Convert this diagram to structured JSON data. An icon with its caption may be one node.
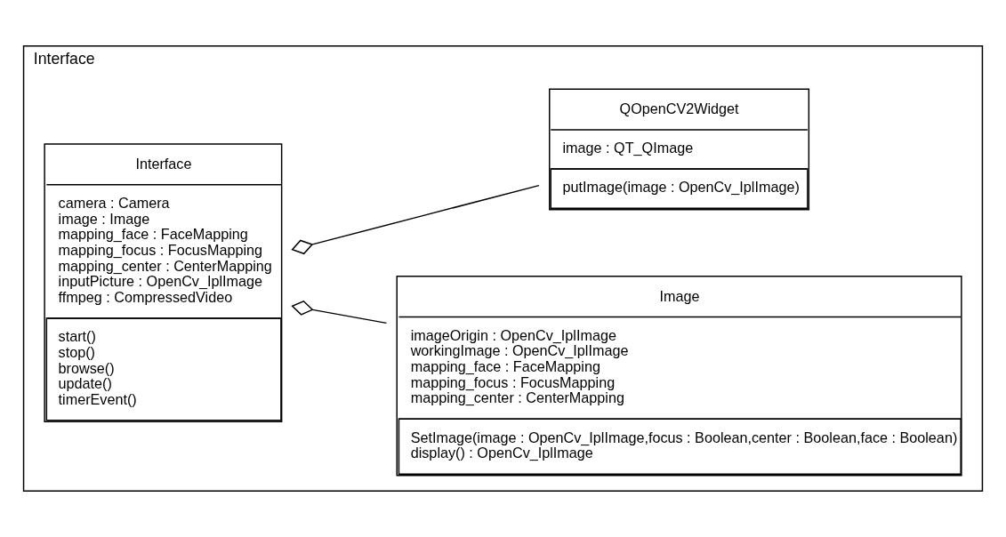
{
  "diagram": {
    "nodes": [
      {
        "text": [
          "Interface"
        ]
      },
      {
        "text": [
          "Interface",
          "camera : Camera",
          "image : Image",
          "mapping_face : FaceMapping",
          "mapping_focus : FocusMapping",
          "mapping_center : CenterMapping",
          "inputPicture : OpenCv_IplImage",
          "ffmpeg : CompressedVideo",
          "start()",
          "stop()",
          "browse()",
          "update()",
          "timerEvent()"
        ],
        "in": 0
      },
      {
        "text": [
          "Image",
          "imageOrigin : OpenCv_IplImage",
          "workingImage : OpenCv_IplImage",
          "mapping_face : FaceMapping",
          "mapping_focus : FocusMapping",
          "mapping_center : CenterMapping",
          "SetImage(image : OpenCv_IplImage,focus : Boolean,center : Boolean,face : Boolean)",
          "display() : OpenCv_IplImage"
        ],
        "in": 0
      },
      {
        "text": [
          "QOpenCV2Widget",
          "image : QT_QImage",
          "putImage(image : OpenCv_IplImage)"
        ],
        "in": 0
      }
    ],
    "edges": [
      {
        "from": 2,
        "to": 1,
        "arrow": "other"
      },
      {
        "from": 3,
        "to": 1,
        "arrow": "other"
      }
    ]
  }
}
